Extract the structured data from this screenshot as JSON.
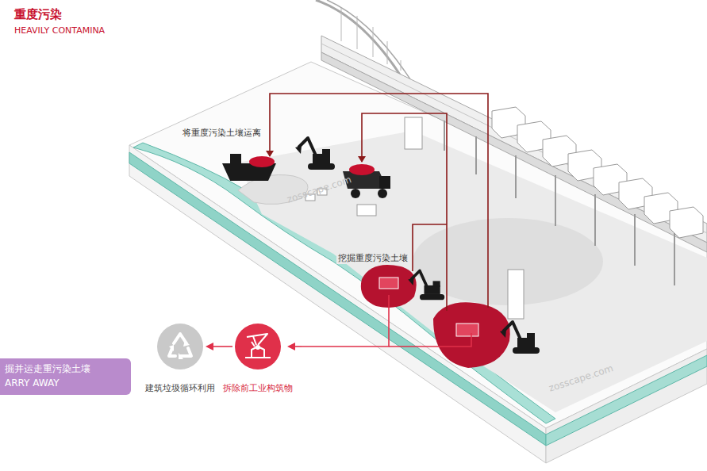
{
  "diagram": {
    "title": "重度污染",
    "nodes": [
      {
        "text": [
          "掘并运走重污染土壤",
          "ARRY AWAY"
        ]
      },
      {
        "text": [
          "建筑垃圾循环利用"
        ]
      },
      {
        "text": [
          "拆除前工业构筑物"
        ]
      }
    ],
    "edges": [
      {
        "from": 2,
        "to": 1,
        "arrow": "to"
      }
    ],
    "labels": [
      "HEAVILY CONTAMINA",
      "将重度污染土壤运离",
      "挖掘重度污染土壤",
      "zosscape.com",
      "zosscape.com"
    ]
  }
}
